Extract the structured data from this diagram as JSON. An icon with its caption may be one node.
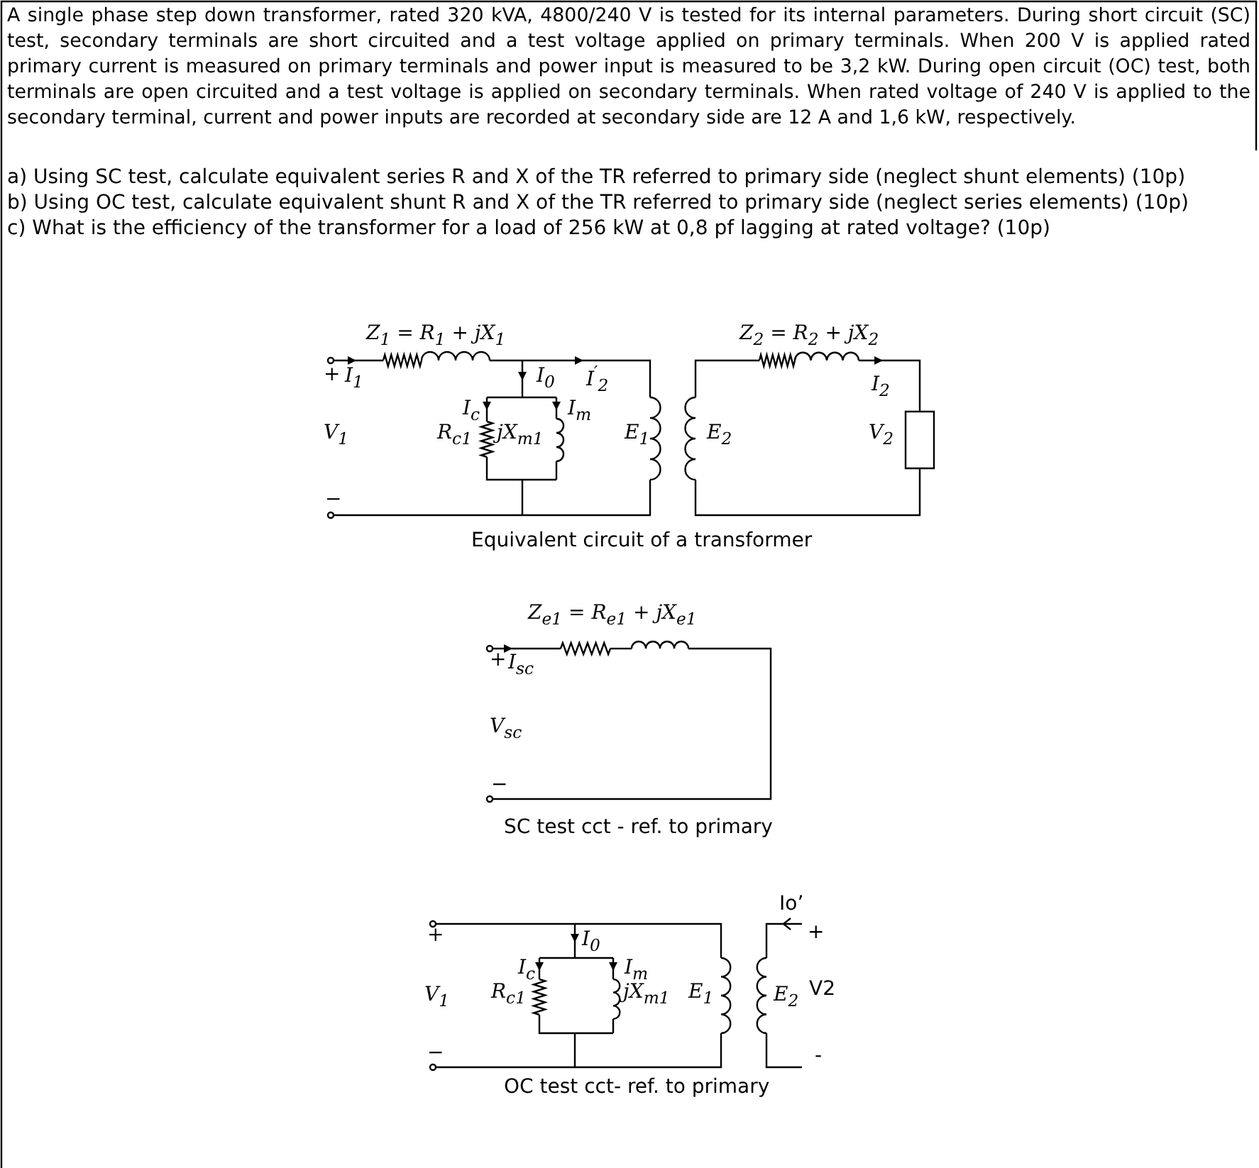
{
  "diagram": {
    "labels": [
      "A single phase step down transformer, rated 320 kVA, 4800/240 V is tested for its internal parameters. During short circuit (SC) test, secondary terminals are short circuited and a test voltage applied on primary terminals. When 200 V is applied rated primary current is measured on primary terminals and power input is measured to be 3,2 kW. During open circuit (OC) test, both terminals are open circuited and a test voltage is applied on secondary terminals. When rated voltage of 240 V is applied to the secondary terminal, current and power inputs are recorded at secondary side are 12 A and 1,6 kW, respectively.",
      "a) Using SC test, calculate equivalent series R and X of the TR referred to primary side (neglect shunt elements) (10p)",
      "b) Using OC test, calculate equivalent shunt R and X of the TR referred to primary side (neglect series elements) (10p)",
      "c) What is the efficiency of the transformer for a load of 256 kW at 0,8 pf lagging at rated voltage? (10p)",
      "Z$_{1}$ = R$_{1}$ + jX$_{1}$",
      "Z$_{2}$ = R$_{2}$ + jX$_{2}$",
      "+",
      "I$_{1}$",
      "I$_{0}$",
      "I$^{′}$$_{2}$",
      "I$_{2}$",
      "I$_{c}$",
      "I$_{m}$",
      "V$_{1}$",
      "R$_{c1}$",
      "jX$_{m1}$",
      "E$_{1}$",
      "E$_{2}$",
      "V$_{2}$",
      "−",
      "Equivalent circuit of a transformer",
      "Z$_{e1}$ = R$_{e1}$ + jX$_{e1}$",
      "+",
      "I$_{sc}$",
      "V$_{sc}$",
      "−",
      "SC test cct - ref. to primary",
      "Io’",
      "+",
      "+",
      "I$_{0}$",
      "I$_{c}$",
      "I$_{m}$",
      "V$_{1}$",
      "R$_{c1}$",
      "jX$_{m1}$",
      "E$_{1}$",
      "E$_{2}$",
      "V2",
      "−",
      "-",
      "OC test cct- ref. to primary"
    ]
  }
}
